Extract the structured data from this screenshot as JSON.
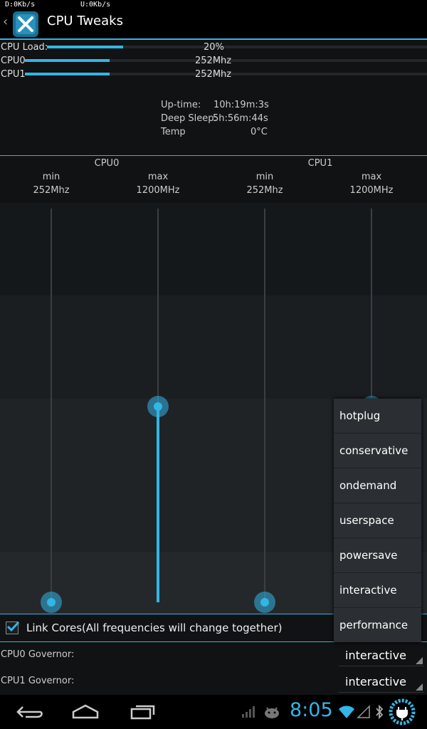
{
  "status": {
    "download": "D:0Kb/s",
    "upload": "U:0Kb/s",
    "time": "8:05"
  },
  "app": {
    "title": "CPU Tweaks"
  },
  "monitor": {
    "rows": [
      {
        "label": "CPU Load:",
        "value": "20%",
        "fill": 0.2
      },
      {
        "label": "CPU0",
        "value": "252Mhz",
        "fill": 0.21
      },
      {
        "label": "CPU1",
        "value": "252Mhz",
        "fill": 0.21
      }
    ],
    "uptime_label": "Up-time:",
    "uptime_value": "10h:19m:3s",
    "deepsleep_label": "Deep Sleep:",
    "deepsleep_value": "5h:56m:44s",
    "temp_label": "Temp",
    "temp_value": "0°C"
  },
  "cores": [
    {
      "name": "CPU0",
      "min_label": "min",
      "min_value": "252Mhz",
      "max_label": "max",
      "max_value": "1200MHz"
    },
    {
      "name": "CPU1",
      "min_label": "min",
      "min_value": "252Mhz",
      "max_label": "max",
      "max_value": "1200MHz"
    }
  ],
  "link_cores": {
    "label": "Link Cores(All frequencies will change together)",
    "checked": true
  },
  "governors": [
    {
      "label": "CPU0 Governor:",
      "value": "interactive"
    },
    {
      "label": "CPU1 Governor:",
      "value": "interactive"
    }
  ],
  "governor_menu": [
    "hotplug",
    "conservative",
    "ondemand",
    "userspace",
    "powersave",
    "interactive",
    "performance"
  ],
  "colors": {
    "accent": "#33b5e5",
    "background": "#101214"
  },
  "icons": [
    "back-icon",
    "home-icon",
    "recent-apps-icon",
    "signal-icon",
    "android-debug-icon",
    "wifi-icon",
    "bluetooth-icon",
    "battery-charging-icon"
  ]
}
